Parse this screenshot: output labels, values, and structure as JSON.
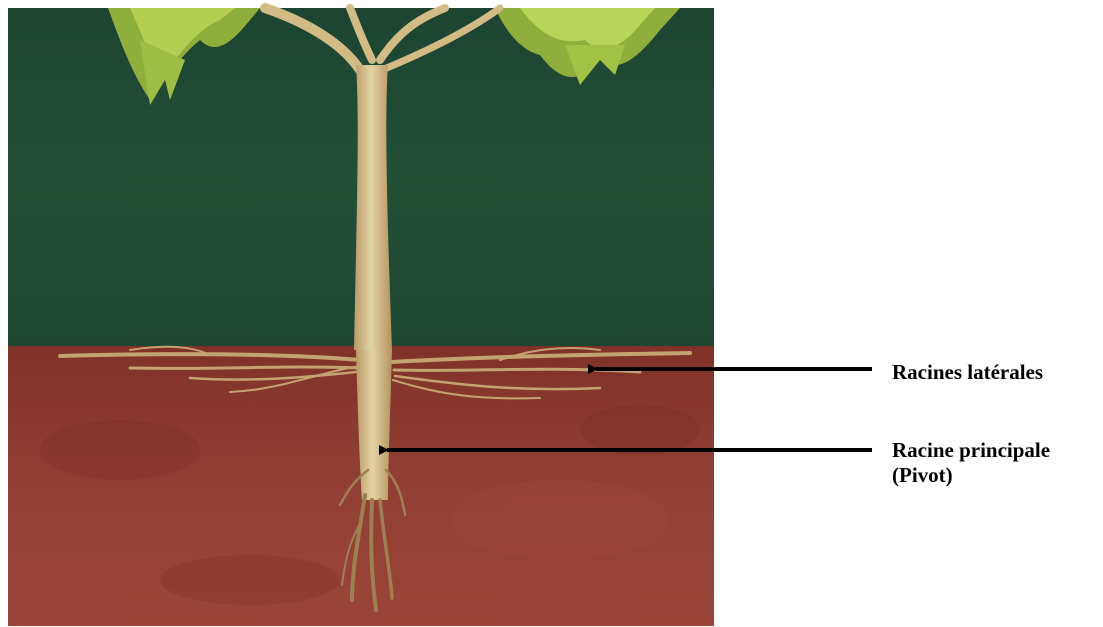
{
  "labels": {
    "lateral_roots": "Racines latérales",
    "main_root_line1": "Racine principale",
    "main_root_line2": "(Pivot)"
  },
  "colors": {
    "sky": "#1f4a33",
    "soil": "#8e3b32",
    "trunk": "#d9c290",
    "root": "#c9a977",
    "foliage": "#a9c64a",
    "arrow": "#000000"
  }
}
